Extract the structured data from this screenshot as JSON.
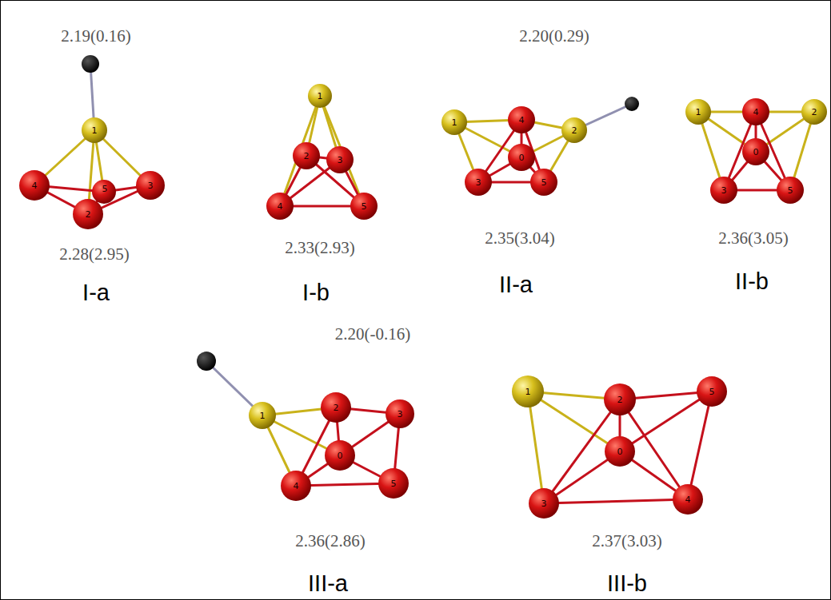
{
  "diagram": {
    "labels": [
      "2.19(0.16)",
      "2.28(2.95)",
      "I-a",
      "2.33(2.93)",
      "I-b",
      "2.20(0.29)",
      "2.35(3.04)",
      "II-a",
      "2.36(3.05)",
      "II-b",
      "2.20(-0.16)",
      "2.36(2.86)",
      "III-a",
      "2.37(3.03)",
      "III-b",
      "1",
      "4",
      "5",
      "2",
      "3",
      "1",
      "2",
      "3",
      "4",
      "5",
      "1",
      "4",
      "0",
      "2",
      "3",
      "5",
      "1",
      "4",
      "0",
      "2",
      "3",
      "5",
      "1",
      "2",
      "3",
      "0",
      "4",
      "5",
      "1",
      "2",
      "5",
      "0",
      "3",
      "4"
    ]
  }
}
